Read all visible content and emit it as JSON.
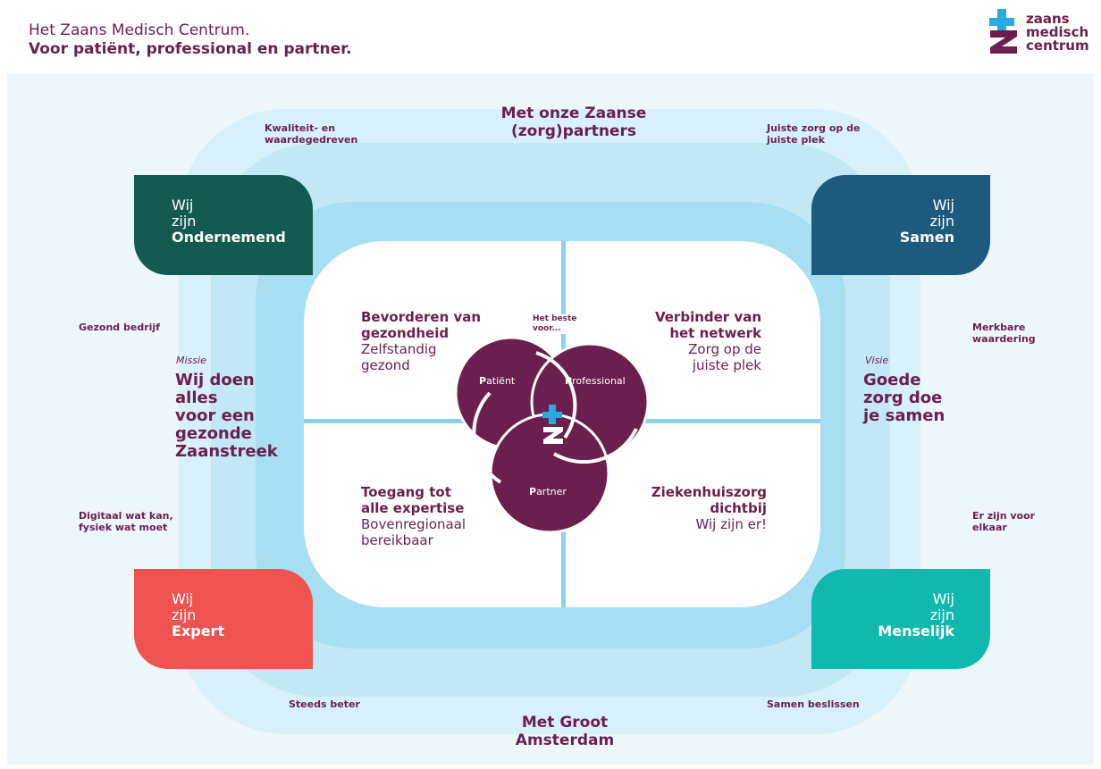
{
  "header": {
    "line1": "Het Zaans Medisch Centrum.",
    "line2": "Voor patiënt, professional en partner."
  },
  "logo": {
    "line1": "zaans",
    "line2": "medisch",
    "line3": "centrum",
    "icon": "zmc-cross-z-icon"
  },
  "outer_ring": {
    "top_title": "Met onze Zaanse\n(zorg)partners",
    "bottom_title": "Met Groot\nAmsterdam"
  },
  "small_labels": {
    "top_left": "Kwaliteit- en\nwaardegedreven",
    "top_right": "Juiste zorg op de\njuiste plek",
    "mid_left_upper": "Gezond bedrijf",
    "mid_left_lower": "Digitaal wat kan,\nfysiek wat moet",
    "mid_right_upper": "Merkbare\nwaardering",
    "mid_right_lower": "Er zijn voor\nelkaar",
    "bottom_left": "Steeds beter",
    "bottom_right": "Samen beslissen"
  },
  "mission": {
    "label": "Missie",
    "text": "Wij doen\nalles\nvoor een\ngezonde\nZaanstreek"
  },
  "vision": {
    "label": "Visie",
    "text": "Goede\nzorg doe\nje samen"
  },
  "corner_boxes": {
    "top_left": {
      "l1": "Wij",
      "l2": "zijn",
      "l3": "Ondernemend",
      "color": "#145a50"
    },
    "top_right": {
      "l1": "Wij",
      "l2": "zijn",
      "l3": "Samen",
      "color": "#1e5a7e"
    },
    "bottom_left": {
      "l1": "Wij",
      "l2": "zijn",
      "l3": "Expert",
      "color": "#ef5350"
    },
    "bottom_right": {
      "l1": "Wij",
      "l2": "zijn",
      "l3": "Menselijk",
      "color": "#10b8ae"
    }
  },
  "quadrants": {
    "top_left": {
      "title": "Bevorderen van\ngezondheid",
      "sub": "Zelfstandig\ngezond"
    },
    "top_right": {
      "title": "Verbinder van\nhet netwerk",
      "sub": "Zorg op de\njuiste plek"
    },
    "bottom_left": {
      "title": "Toegang tot\nalle expertise",
      "sub": "Bovenregionaal\nbereikbaar"
    },
    "bottom_right": {
      "title": "Ziekenhuiszorg\ndichtbij",
      "sub": "Wij zijn er!"
    }
  },
  "center": {
    "caption": "Het beste\nvoor...",
    "patient_initial": "P",
    "patient_rest": "atiënt",
    "professional_initial": "P",
    "professional_rest": "rofessional",
    "partner_initial": "P",
    "partner_rest": "artner"
  },
  "colors": {
    "primary": "#6b1f4e",
    "accent": "#29abe2",
    "ring_light": "#edf7fb",
    "ring_mid": "#c2e8f6"
  }
}
